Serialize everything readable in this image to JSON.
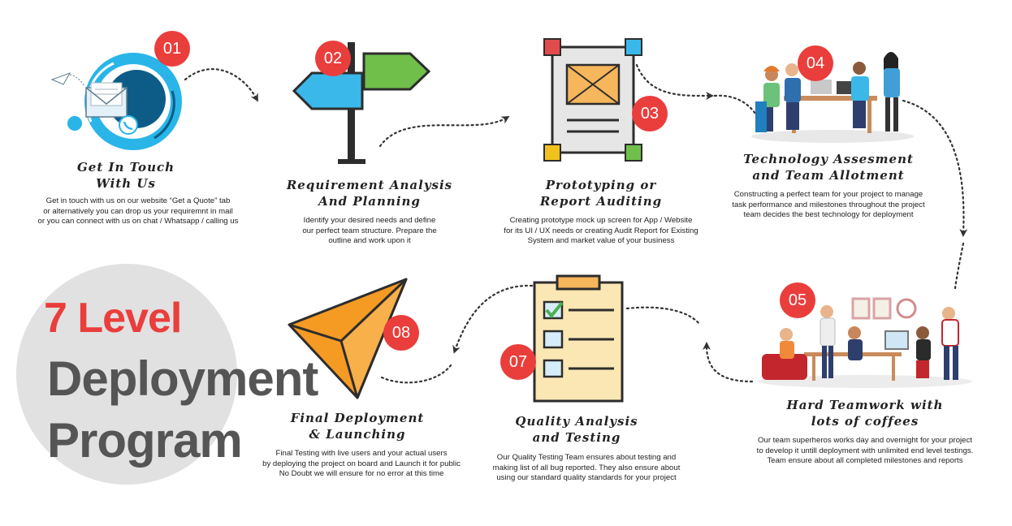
{
  "program": {
    "line1": "7 Level",
    "line2": "Deployment",
    "line3": "Program",
    "accent_color": "#ea3e3c",
    "dark_color": "#555555"
  },
  "steps": [
    {
      "number": "01",
      "title_line1": "Get In Touch",
      "title_line2": "With Us",
      "desc": [
        "Get in touch with us on our website “Get a Quote” tab",
        "or alternatively you can drop us your requiremnt in mail",
        "or you can connect with us on chat / Whatsapp / calling us"
      ],
      "icon": "mail-phone-icon"
    },
    {
      "number": "02",
      "title_line1": "Requirement Analysis",
      "title_line2": "And Planning",
      "desc": [
        "Identify your desired needs and define",
        "our perfect team structure. Prepare the",
        "outline and work upon it"
      ],
      "icon": "signpost-icon"
    },
    {
      "number": "03",
      "title_line1": "Prototyping or",
      "title_line2": "Report Auditing",
      "desc": [
        "Creating prototype mock up screen for App / Website",
        "for its UI / UX needs or creating Audit Report for Existing",
        "System and market value of your business"
      ],
      "icon": "prototype-icon"
    },
    {
      "number": "04",
      "title_line1": "Technology Assesment",
      "title_line2": "and Team Allotment",
      "desc": [
        "Constructing a perfect team for your project to manage",
        "task performance and milestones throughout the project",
        "team decides the best technology for deployment"
      ],
      "icon": "team-meeting-icon"
    },
    {
      "number": "05",
      "title_line1": "Hard Teamwork with",
      "title_line2": "lots of coffees",
      "desc": [
        "Our team superheros works day and overnight for your project",
        "to develop it untill deployment with unlimited end level testings.",
        "Team ensure about all completed milestones and reports"
      ],
      "icon": "office-team-icon"
    },
    {
      "number": "07",
      "title_line1": "Quality Analysis",
      "title_line2": "and Testing",
      "desc": [
        "Our Quality Testing Team ensures about testing and",
        "making list of all bug reported. They also ensure about",
        "using our standard quality standards for your project"
      ],
      "icon": "checklist-icon"
    },
    {
      "number": "08",
      "title_line1": "Final Deployment",
      "title_line2": "& Launching",
      "desc": [
        "Final Testing with live users and your actual users",
        "by deploying the project on board and Launch it for public",
        "No Doubt we will ensure for no error at this time"
      ],
      "icon": "paper-plane-icon"
    }
  ]
}
